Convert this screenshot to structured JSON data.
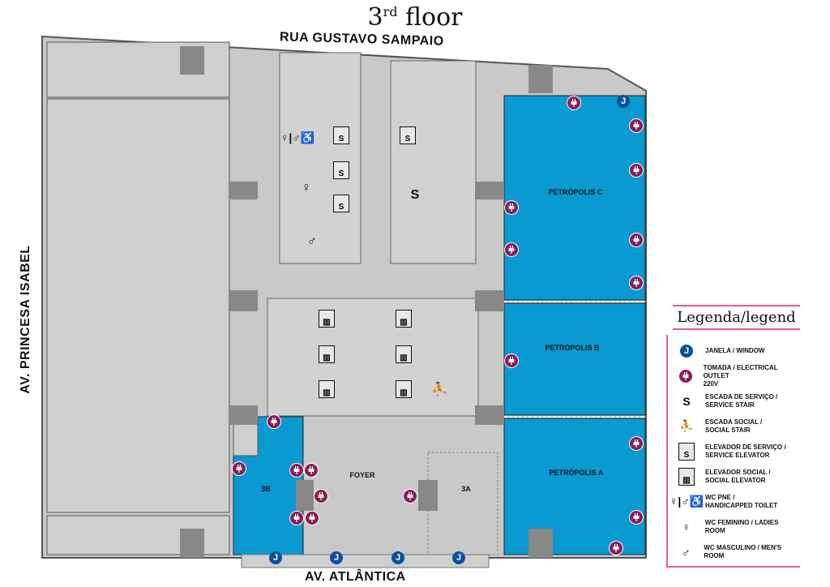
{
  "title": {
    "main": "3",
    "sup": "rd",
    "rest": " floor"
  },
  "streets": {
    "north": "RUA GUSTAVO SAMPAIO",
    "west": "AV. PRINCESA ISABEL",
    "south": "AV. ATLÂNTICA"
  },
  "rooms": {
    "petropolis_c": "PETRÓPOLIS C",
    "petropolis_b": "PETRÓPOLIS B",
    "petropolis_a": "PETRÓPOLIS A",
    "foyer": "FOYER",
    "r3a": "3A",
    "r3b": "3B"
  },
  "icons": {
    "window": "J",
    "service_stair": "S",
    "service_elevator": "S"
  },
  "colors": {
    "room_blue": "#0a9ad2",
    "floor_gray": "#c9c9c9",
    "outlet": "#8c1d55",
    "window": "#0d4f9e",
    "legend_line": "#e3607e"
  },
  "legend": {
    "title": "Legenda/legend",
    "items": [
      {
        "icon": "window-icon",
        "text": "JANELA / WINDOW",
        "text2": ""
      },
      {
        "icon": "outlet-icon",
        "text": "TOMADA / ELECTRICAL OUTLET",
        "text2": "220V"
      },
      {
        "icon": "service-stair-icon",
        "text": "ESCADA DE SERVIÇO /",
        "text2": "SERVICE STAIR"
      },
      {
        "icon": "social-stair-icon",
        "text": "ESCADA SOCIAL /",
        "text2": "SOCIAL STAIR"
      },
      {
        "icon": "service-elevator-icon",
        "text": "ELEVADOR DE SERVIÇO /",
        "text2": "SERVICE ELEVATOR"
      },
      {
        "icon": "social-elevator-icon",
        "text": "ELEVADOR SOCIAL /",
        "text2": "SOCIAL ELEVATOR"
      },
      {
        "icon": "handicapped-toilet-icon",
        "text": "WC PNE /",
        "text2": "HANDICAPPED TOILET"
      },
      {
        "icon": "ladies-room-icon",
        "text": "WC FEMININO / LADIES ROOM",
        "text2": ""
      },
      {
        "icon": "mens-room-icon",
        "text": "WC MASCULINO / MEN'S ROOM",
        "text2": ""
      }
    ]
  }
}
